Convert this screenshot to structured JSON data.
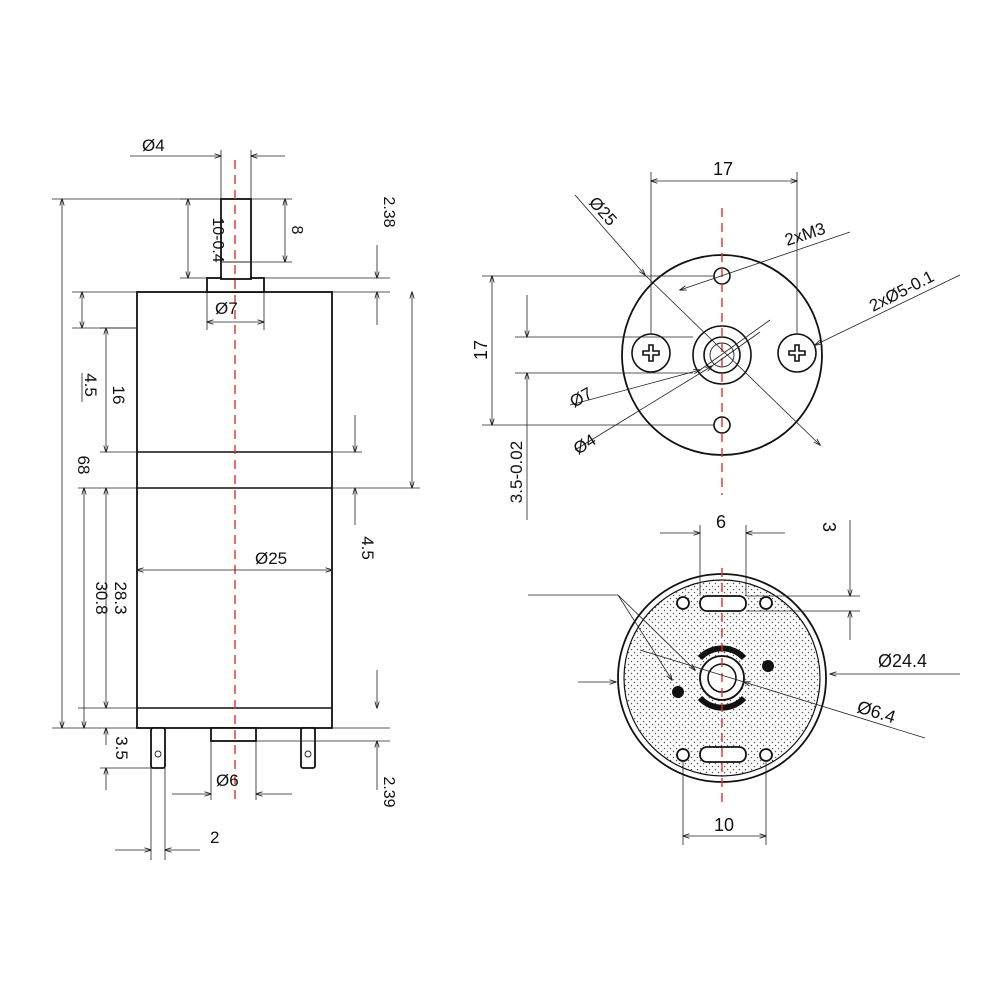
{
  "side_view": {
    "shaft_dia": "Ø4",
    "shaft_len": "10-0.4",
    "shaft_flat": "8",
    "top_step": "2.38",
    "boss_dia": "Ø7",
    "gearbox_len": "16",
    "gearbox_offset": "4.5",
    "total_len": "68",
    "mid_gap": "4.5",
    "body_dia": "Ø25",
    "motor_len_a": "28.3",
    "motor_len_b": "30.8",
    "terminal_len": "3.5",
    "bottom_step": "2.39",
    "rear_boss_dia": "Ø6",
    "terminal_width": "2"
  },
  "front_view": {
    "hole_spacing": "17",
    "outer_dia": "Ø25",
    "screw_spec": "2xM3",
    "screw_hole_spec": "2xØ5-0.1",
    "vertical_spacing": "17",
    "boss_dia": "Ø7",
    "shaft_dia": "Ø4",
    "boss_height": "3.5-0.02"
  },
  "rear_view": {
    "slot_width": "6",
    "slot_height": "3",
    "can_dia": "Ø24.4",
    "bearing_dia": "Ø6.4",
    "terminal_spacing": "10"
  }
}
